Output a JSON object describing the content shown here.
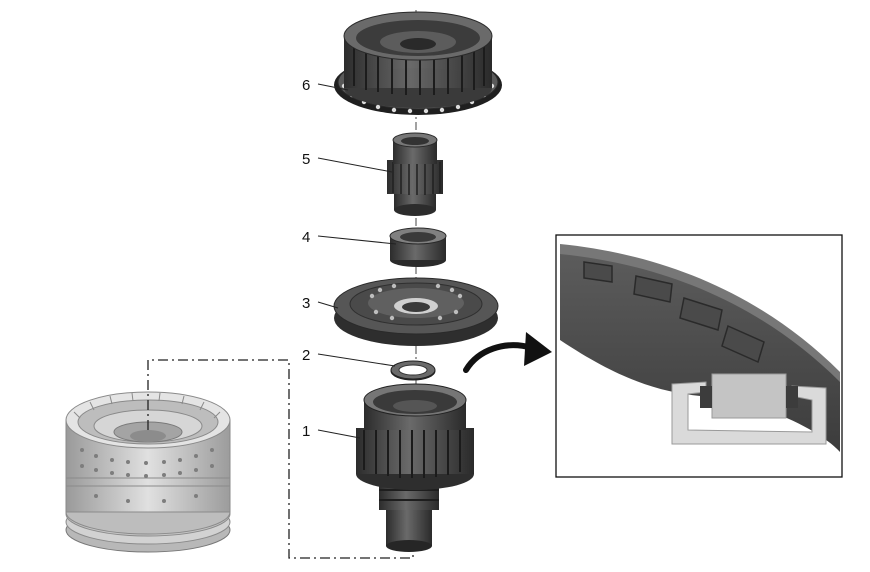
{
  "callouts": [
    {
      "id": "1",
      "label": "1"
    },
    {
      "id": "2",
      "label": "2"
    },
    {
      "id": "3",
      "label": "3"
    },
    {
      "id": "4",
      "label": "4"
    },
    {
      "id": "5",
      "label": "5"
    },
    {
      "id": "6",
      "label": "6"
    }
  ],
  "colors": {
    "part_dark": "#3a3a3a",
    "part_mid": "#5a5a5a",
    "part_light": "#8a8a8a",
    "housing_light": "#cfcfcf",
    "housing_mid": "#a9a9a9",
    "bearing_cage": "#d8d8d8",
    "line": "#222222"
  }
}
